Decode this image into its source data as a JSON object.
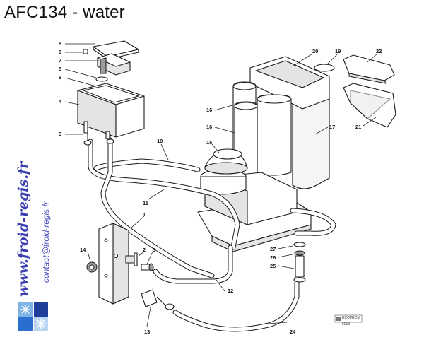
{
  "title": "AFC134 - water",
  "watermark": {
    "site": "www.froid-regis.fr",
    "contact": "contact@froid-regis.fr",
    "color": "#3a3fb0"
  },
  "callouts": [
    "1",
    "2",
    "3",
    "3",
    "4",
    "5",
    "6",
    "7",
    "8",
    "9",
    "10",
    "11",
    "12",
    "13",
    "14",
    "15",
    "16",
    "16",
    "17",
    "19",
    "20",
    "21",
    "22",
    "24",
    "25",
    "26",
    "27"
  ],
  "stamp": {
    "brand": "ECOPROM",
    "code": "6013"
  }
}
